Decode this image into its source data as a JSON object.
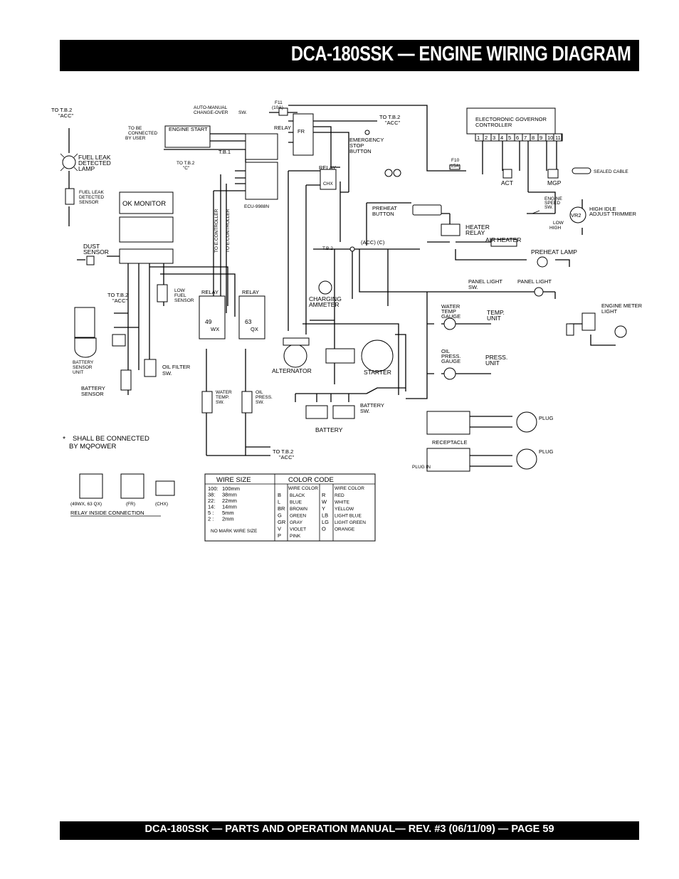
{
  "header": {
    "title": "DCA-180SSK   — ENGINE WIRING DIAGRAM"
  },
  "footer": {
    "text": "DCA-180SSK — PARTS AND OPERATION  MANUAL— REV. #3  (06/11/09) — PAGE 59"
  },
  "labels": {
    "to_tb2_acc_1": "TO T.B.2",
    "acc_1": "\"ACC\"",
    "auto_manual": "AUTO-MANUAL",
    "changeover": "CHANGE-OVER",
    "sw": "SW.",
    "f11": "F11",
    "f11_amp": "(10A)",
    "to_tb2_acc_2": "TO T.B.2",
    "acc_2": "\"ACC\"",
    "to_be_connected": "TO BE",
    "connected": "CONNECTED",
    "by_user": "BY USER",
    "engine_start": "ENGINE START",
    "relay_1": "RELAY",
    "tb1": "T.B.1",
    "fr": "FR",
    "emergency": "EMERGENCY",
    "stop": "STOP",
    "button": "BUTTON",
    "governor_1": "ELECTORONIC GOVERNOR",
    "governor_2": "CONTROLLER",
    "governor_terminals": [
      "1",
      "2",
      "3",
      "4",
      "5",
      "6",
      "7",
      "8",
      "9",
      "10",
      "11"
    ],
    "f10": "F10",
    "f10_amp": "(15A)",
    "act": "ACT",
    "mgp": "MGP",
    "sealed_cable": "SEALED CABLE",
    "fuel_leak_1": "FUEL LEAK",
    "fuel_leak_2": "DETECTED",
    "fuel_leak_3": "LAMP",
    "fuel_sensor_1": "FUEL LEAK",
    "fuel_sensor_2": "DETECTED",
    "fuel_sensor_3": "SENSOR",
    "to_tb2_c": "TO T.B.2",
    "c_label": "\"C\"",
    "ok_monitor": "OK MONITOR",
    "ecu": "ECU-9988N",
    "relay_chx": "RELAY",
    "chx": "CHX",
    "to_e_controller_1": "TO E.CONTROLLER",
    "to_e_controller_2": "TO E.CONTROLLER",
    "preheat_button_1": "PREHEAT",
    "preheat_button_2": "BUTTON",
    "heater_relay_1": "HEATER",
    "heater_relay_2": "RELAY",
    "engine_speed_1": "ENGINE",
    "engine_speed_2": "SPEED",
    "engine_speed_3": "SW.",
    "high_idle_1": "HIGH IDLE",
    "high_idle_2": "ADJUST TRIMMER",
    "vr2": "VR2",
    "low": "LOW",
    "high": "HIGH",
    "air_heater": "AIR HEATER",
    "preheat_lamp": "PREHEAT LAMP",
    "dust_sensor_1": "DUST",
    "dust_sensor_2": "SENSOR",
    "acc_c": "(ACC) (C)",
    "tb2": "T.B.2",
    "charging_1": "CHARGING",
    "charging_2": "AMMETER",
    "to_tb2_acc_3": "TO T.B.2",
    "acc_3": "\"ACC\"",
    "low_fuel_1": "LOW",
    "low_fuel_2": "FUEL",
    "low_fuel_3": "SENSOR",
    "relay_49": "RELAY",
    "relay_63": "RELAY",
    "r49": "49",
    "wx": "WX",
    "r63": "63",
    "qx": "QX",
    "panel_light_sw_1": "PANEL LIGHT",
    "panel_light_sw_2": "SW.",
    "panel_light": "PANEL LIGHT",
    "water_temp_gauge_1": "WATER",
    "water_temp_gauge_2": "TEMP",
    "water_temp_gauge_3": "GAUGE",
    "temp_unit_1": "TEMP.",
    "temp_unit_2": "UNIT",
    "engine_meter_1": "ENGINE METER",
    "engine_meter_2": "LIGHT",
    "battery_sensor_unit_1": "BATTERY",
    "battery_sensor_unit_2": "SENSOR",
    "battery_sensor_unit_3": "UNIT",
    "oil_filter_1": "OIL FILTER",
    "oil_filter_2": "SW.",
    "alternator": "ALTERNATOR",
    "starter": "STARTER",
    "oil_press_gauge_1": "OIL",
    "oil_press_gauge_2": "PRESS.",
    "oil_press_gauge_3": "GAUGE",
    "press_unit_1": "PRESS.",
    "press_unit_2": "UNIT",
    "battery_sensor_1": "BATTERY",
    "battery_sensor_2": "SENSOR",
    "water_temp_sw_1": "WATER",
    "water_temp_sw_2": "TEMP.",
    "water_temp_sw_3": "SW.",
    "oil_press_sw_1": "OIL",
    "oil_press_sw_2": "PRESS.",
    "oil_press_sw_3": "SW.",
    "battery_sw_1": "BATTERY",
    "battery_sw_2": "SW.",
    "battery": "BATTERY",
    "plug_1": "PLUG",
    "receptacle": "RECEPTACLE",
    "plug_2": "PLUG",
    "plug_in": "PLUG IN",
    "shall_be_1": "SHALL BE CONNECTED",
    "shall_be_2": "BY MQPOWER",
    "to_tb2_acc_4": "TO T.B.2",
    "acc_4": "\"ACC\"",
    "relay_types": [
      "(49WX, 63 QX)",
      "(FR)",
      "(CHX)"
    ],
    "relay_inside": "RELAY INSIDE CONNECTION"
  },
  "wire_size_table": {
    "header": "WIRE SIZE",
    "rows": [
      {
        "code": "100:",
        "size": "100mm"
      },
      {
        "code": "38:",
        "size": "38mm"
      },
      {
        "code": "22:",
        "size": "22mm"
      },
      {
        "code": "14:",
        "size": "14mm"
      },
      {
        "code": "5 :",
        "size": "5mm"
      },
      {
        "code": "2 :",
        "size": "2mm"
      }
    ],
    "no_mark": "NO MARK WIRE SIZE"
  },
  "color_code_table": {
    "header": "COLOR CODE",
    "subheader": "WIRE COLOR",
    "left": [
      {
        "code": "B",
        "name": "BLACK"
      },
      {
        "code": "L",
        "name": "BLUE"
      },
      {
        "code": "BR",
        "name": "BROWN"
      },
      {
        "code": "G",
        "name": "GREEN"
      },
      {
        "code": "GR",
        "name": "GRAY"
      },
      {
        "code": "V",
        "name": "VIOLET"
      },
      {
        "code": "P",
        "name": "PINK"
      }
    ],
    "right": [
      {
        "code": "R",
        "name": "RED"
      },
      {
        "code": "W",
        "name": "WHITE"
      },
      {
        "code": "Y",
        "name": "YELLOW"
      },
      {
        "code": "LB",
        "name": "LIGHT BLUE"
      },
      {
        "code": "LG",
        "name": "LIGHT GREEN"
      },
      {
        "code": "O",
        "name": "ORANGE"
      }
    ]
  }
}
